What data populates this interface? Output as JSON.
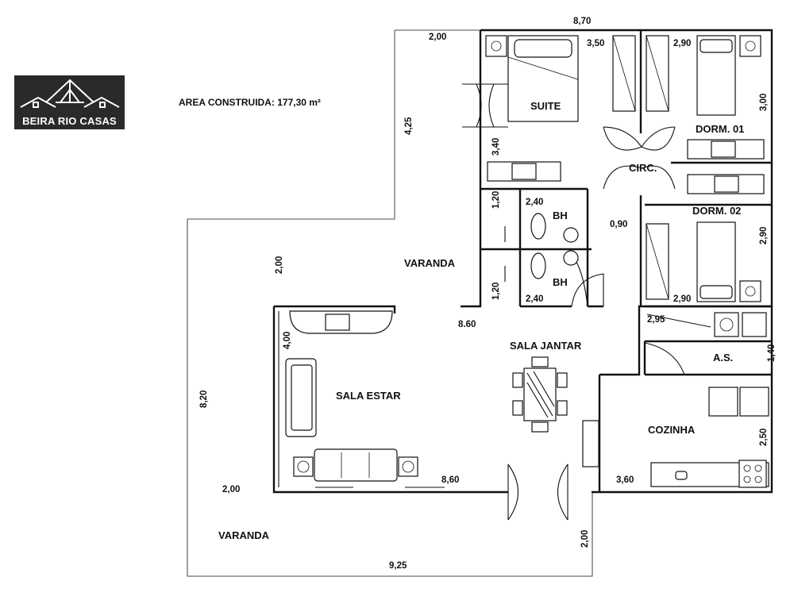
{
  "brand": {
    "name": "BEIRA RIO CASAS"
  },
  "area_label": "AREA CONSTRUIDA: 177,30 m²",
  "rooms": {
    "suite": "SUITE",
    "dorm1": "DORM. 01",
    "dorm2": "DORM. 02",
    "circ": "CIRC.",
    "bh1": "BH",
    "bh2": "BH",
    "varanda_top": "VARANDA",
    "varanda_bottom": "VARANDA",
    "sala_estar": "SALA ESTAR",
    "sala_jantar": "SALA JANTAR",
    "as": "A.S.",
    "cozinha": "COZINHA"
  },
  "dimensions": {
    "top_total": "8,70",
    "varanda_w_top": "2,00",
    "varanda_h_top": "4,25",
    "suite_w": "3,50",
    "dorm1_w": "2,90",
    "dorm1_h": "3,00",
    "suite_h": "3,40",
    "bh1_h": "1,20",
    "bh1_w": "2,40",
    "circ_w": "0,90",
    "dorm2_h": "2,90",
    "bh2_h": "1,20",
    "bh2_w": "2,40",
    "dorm2_w": "2,90",
    "varanda_mid_h": "2,00",
    "mid_860": "8.60",
    "as_w": "2,95",
    "as_h": "1,40",
    "sala_estar_h": "4,00",
    "left_820": "8,20",
    "cozinha_h": "2,50",
    "varanda_left_w": "2,00",
    "bottom_860": "8,60",
    "cozinha_w": "3,60",
    "varanda_bottom_h": "2,00",
    "bottom_total": "9,25"
  }
}
